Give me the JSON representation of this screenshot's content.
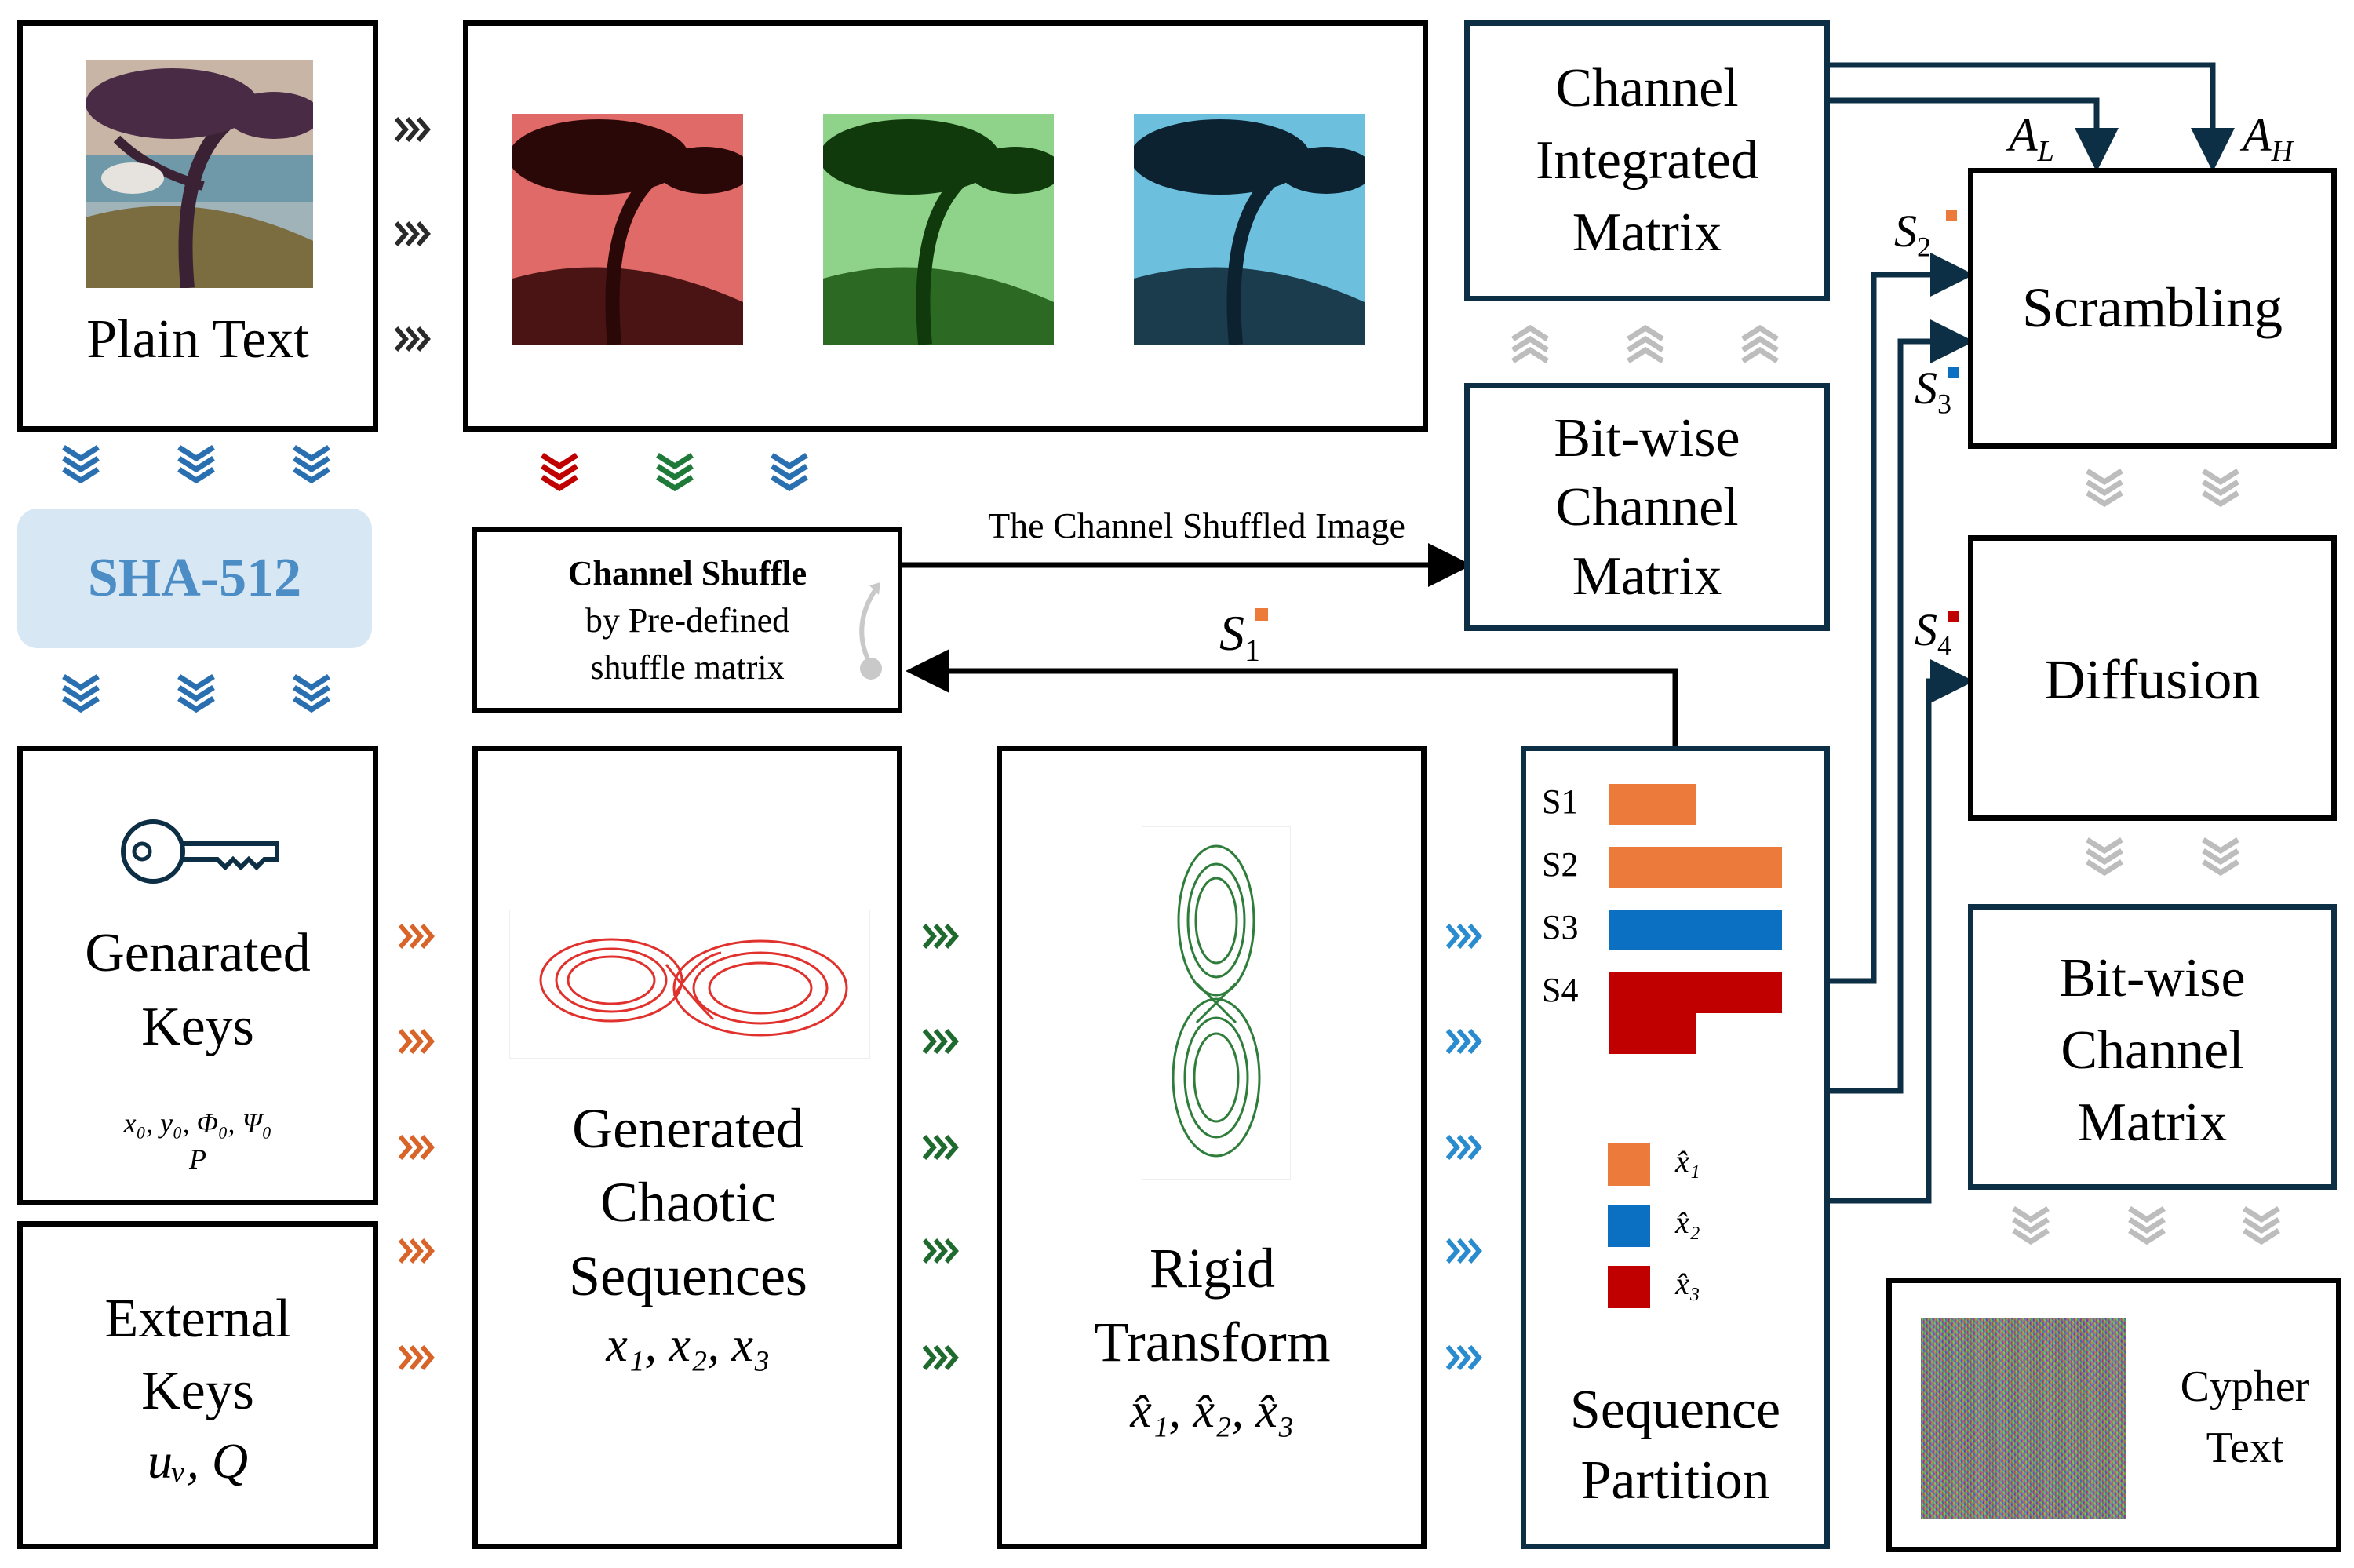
{
  "plain_text": {
    "label": "Plain Text"
  },
  "hash": {
    "label": "SHA-512"
  },
  "generated_keys": {
    "label_line1": "Genarated",
    "label_line2": "Keys",
    "params_line1": "x₀, y₀, Φ₀, Ψ₀",
    "params_line2": "P"
  },
  "external_keys": {
    "label_line1": "External",
    "label_line2": "Keys",
    "params": "uᵥ, Q"
  },
  "channel_shuffle": {
    "title": "Channel Shuffle",
    "line2": "by Pre-defined",
    "line3": "shuffle matrix"
  },
  "shuffled_image_label": "The Channel Shuffled Image",
  "chaotic": {
    "line1": "Generated",
    "line2": "Chaotic",
    "line3": "Sequences",
    "vars": "x₁, x₂, x₃"
  },
  "rigid": {
    "line1": "Rigid",
    "line2": "Transform",
    "vars": "x̂₁, x̂₂, x̂₃"
  },
  "partition": {
    "line1": "Sequence",
    "line2": "Partition",
    "bars": [
      "S1",
      "S2",
      "S3",
      "S4"
    ],
    "legend": [
      "x̂₁",
      "x̂₂",
      "x̂₃"
    ]
  },
  "channel_integrated": {
    "line1": "Channel",
    "line2": "Integrated",
    "line3": "Matrix"
  },
  "bitwise_top": {
    "line1": "Bit-wise",
    "line2": "Channel",
    "line3": "Matrix"
  },
  "scrambling": {
    "label": "Scrambling"
  },
  "diffusion": {
    "label": "Diffusion"
  },
  "bitwise_bottom": {
    "line1": "Bit-wise",
    "line2": "Channel",
    "line3": "Matrix"
  },
  "cypher": {
    "line1": "Cypher",
    "line2": "Text"
  },
  "edge_labels": {
    "al": "A",
    "al_sub": "L",
    "ah": "A",
    "ah_sub": "H",
    "s1": "S",
    "s1_sub": "1",
    "s2": "S",
    "s2_sub": "2",
    "s3": "S",
    "s3_sub": "3",
    "s4": "S",
    "s4_sub": "4"
  },
  "colors": {
    "orange": "#ec7a3a",
    "blue": "#0b6fc2",
    "red": "#c00000",
    "navy": "#0d2f45",
    "sha_bg": "#d7e7f4",
    "sha_text": "#4d8dc6",
    "gray_chevron": "#bdbdbd"
  }
}
